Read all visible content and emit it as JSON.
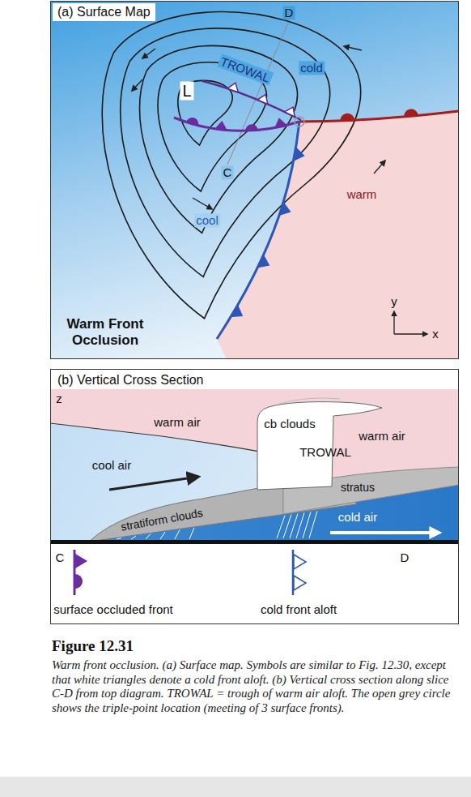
{
  "diagram": {
    "title": "Figure 12.31",
    "caption": "Warm front occlusion. (a) Surface map. Symbols are similar to Fig. 12.30, except that white triangles denote a cold front aloft. (b) Vertical cross section along slice C-D from top diagram. TROWAL = trough of warm air aloft. The open grey circle shows the triple-point location (meeting of 3 surface fronts).",
    "nodes": [
      {
        "text": [
          "(a) Surface Map"
        ]
      },
      {
        "text": [
          "(b) Vertical Cross Section"
        ]
      }
    ],
    "labels": [
      "D",
      "TROWAL",
      "cold",
      "L",
      "C",
      "warm",
      "cool",
      "Warm Front Occlusion",
      "y",
      "x",
      "z",
      "warm air",
      "cb clouds",
      "warm air",
      "TROWAL",
      "cool air",
      "stratus",
      "stratiform clouds",
      "cold air",
      "C",
      "D",
      "surface occluded front",
      "cold front aloft"
    ]
  }
}
